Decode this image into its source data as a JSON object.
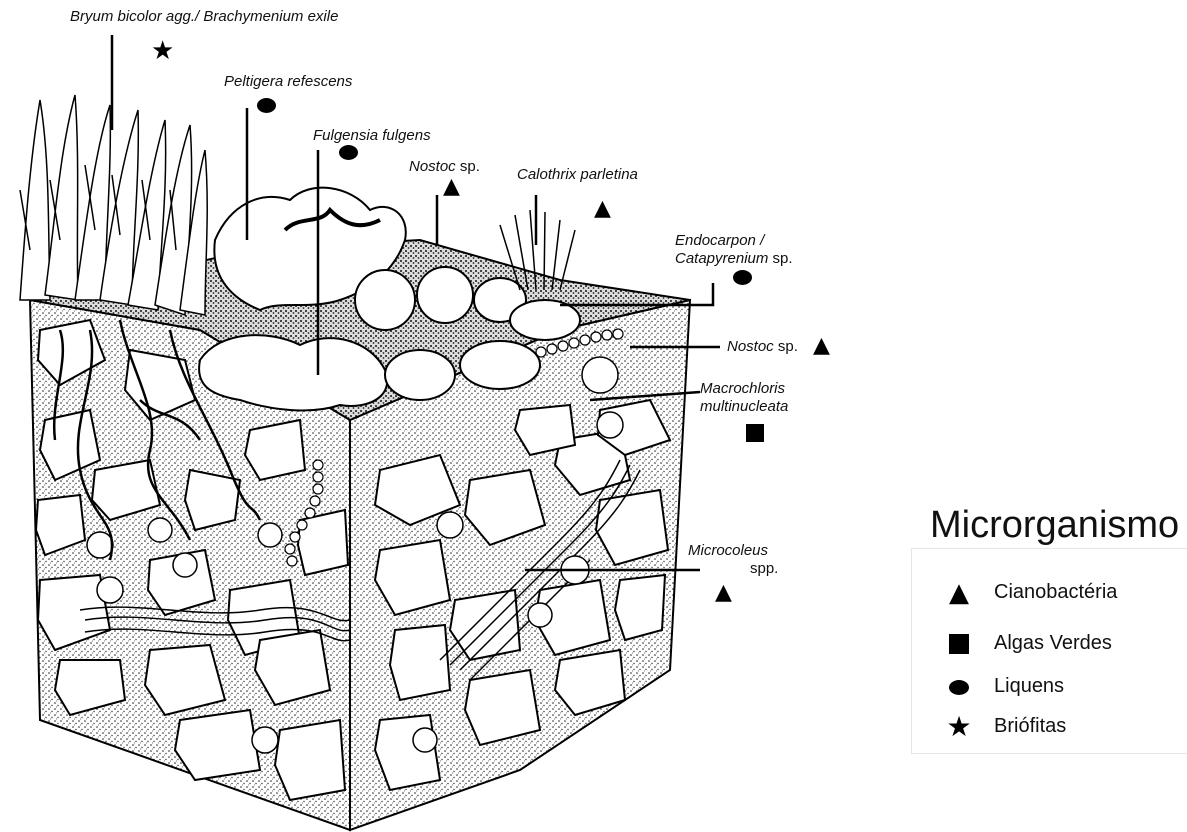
{
  "labels": {
    "bryum": "Bryum bicolor agg./ Brachymenium exile",
    "peltigera": "Peltigera refescens",
    "fulgensia": "Fulgensia fulgens",
    "nostoc_top_italic": "Nostoc",
    "nostoc_top_rest": " sp.",
    "calothrix": "Calothrix parletina",
    "endocarpon_line1": "Endocarpon /",
    "endocarpon_line2_italic": "Catapyrenium",
    "endocarpon_line2_rest": " sp.",
    "nostoc_mid_italic": "Nostoc",
    "nostoc_mid_rest": " sp.",
    "macrochloris_line1": "Macrochloris",
    "macrochloris_line2": "multinucleata",
    "microcoleus_line1": "Microcoleus",
    "microcoleus_line2": "spp."
  },
  "legend": {
    "title": "Microrganismo",
    "items": [
      {
        "symbol": "triangle",
        "label": "Cianobactéria"
      },
      {
        "symbol": "square",
        "label": "Algas Verdes"
      },
      {
        "symbol": "ellipse",
        "label": "Liquens"
      },
      {
        "symbol": "star",
        "label": "Briófitas"
      }
    ]
  },
  "colors": {
    "ink": "#000000",
    "stipple": "#333333",
    "stone": "#ffffff",
    "background": "#ffffff"
  }
}
